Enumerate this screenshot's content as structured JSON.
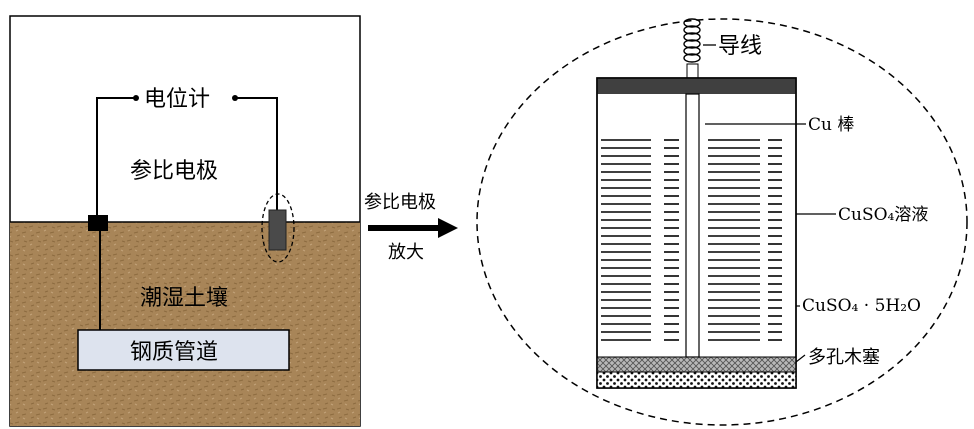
{
  "left_scene": {
    "potentiometer_label": "电位计",
    "reference_electrode_label": "参比电极",
    "soil_label": "潮湿土壤",
    "pipe_label": "钢质管道"
  },
  "arrow": {
    "line1": "参比电极",
    "line2": "放大"
  },
  "detail": {
    "wire_label": "导线",
    "rod_label": "Cu 棒",
    "solution_label": "CuSO₄溶液",
    "crystal_label": "CuSO₄ · 5H₂O",
    "plug_label": "多孔木塞"
  },
  "colors": {
    "soil": "#a88558",
    "pipe": "#dde3ee",
    "cap": "#404040"
  }
}
